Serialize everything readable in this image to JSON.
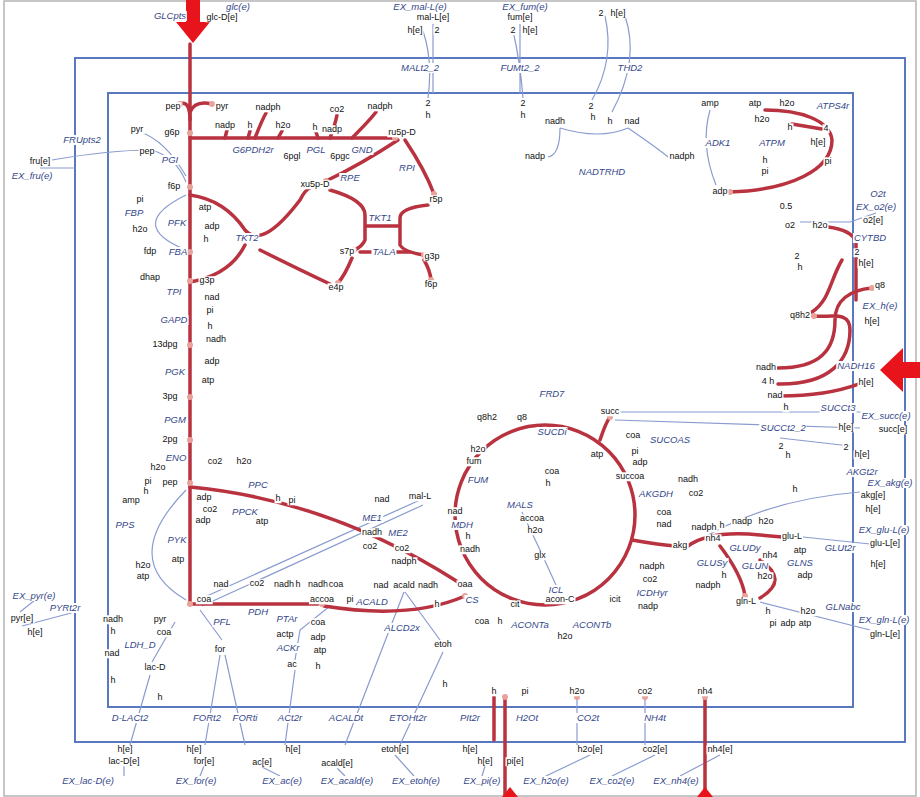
{
  "diagram": {
    "labels": [
      "glc(e)",
      "GLCpts",
      "glc-D[e]",
      "EX_mal-L(e)",
      "EX_fum(e)",
      "mal-L[e]",
      "fum[e]",
      "h[e]",
      "2",
      "2",
      "h[e]",
      "2",
      "h[e]",
      "MALt2_2",
      "FUMt2_2",
      "THD2",
      "2",
      "h",
      "2",
      "h",
      "nadh",
      "2",
      "h",
      "h",
      "nad",
      "nadp",
      "nadph",
      "NADTRHD",
      "amp",
      "atp",
      "h2o",
      "ATPS4r",
      "h2o",
      "h",
      "4",
      "h[e]",
      "ADK1",
      "ATPM",
      "h",
      "pi",
      "pi",
      "adp",
      "0.5",
      "O2t",
      "EX_o2(e)",
      "o2",
      "h2o",
      "o2[e]",
      "CYTBD",
      "2",
      "h",
      "2",
      "h[e]",
      "q8",
      "q8h2",
      "EX_h(e)",
      "h[e]",
      "nadh",
      "NADH16",
      "4 h",
      "nad",
      "h[e]",
      "h",
      "SUCCt3",
      "EX_succ(e)",
      "succ[e]",
      "SUCCt2_2",
      "h[e]",
      "2",
      "h",
      "2",
      "h[e]",
      "AKGt2r",
      "EX_akg(e)",
      "akg[e]",
      "h",
      "h[e]",
      "EX_glu-L(e)",
      "glu-L[e]",
      "GLUt2r",
      "h[e]",
      "GLNabc",
      "EX_gln-L(e)",
      "gln-L[e]",
      "nadph",
      "h",
      "nadp",
      "h2o",
      "glu-L",
      "nh4",
      "GLUDy",
      "nh4",
      "atp",
      "GLUSy",
      "h2o",
      "GLUN",
      "GLNS",
      "adp",
      "nadph",
      "h",
      "gln-L",
      "h",
      "pi",
      "adp",
      "atp",
      "h2o",
      "FRD7",
      "q8h2",
      "q8",
      "succ",
      "h2o",
      "SUCDi",
      "fum",
      "coa",
      "SUCOAS",
      "FUM",
      "coa",
      "h",
      "atp",
      "pi",
      "adp",
      "succoa",
      "nadh",
      "co2",
      "AKGDH",
      "MALS",
      "accoa",
      "h2o",
      "mal-L",
      "nad",
      "MDH",
      "h",
      "nadh",
      "coa",
      "nad",
      "nadph",
      "co2",
      "akg",
      "glx",
      "ICL",
      "ICDHyr",
      "oaa",
      "CS",
      "cit",
      "acon-C",
      "icit",
      "nadp",
      "coa",
      "h",
      "ACONTa",
      "ACONTb",
      "h2o",
      "nad",
      "ME1",
      "nadh",
      "ME2",
      "co2",
      "co2",
      "nadph",
      "pep",
      "pyr",
      "nadp",
      "nadph",
      "h",
      "h2o",
      "h",
      "nadp",
      "co2",
      "nadph",
      "g6p",
      "ru5p-D",
      "G6PDH2r",
      "6pgl",
      "PGL",
      "6pgc",
      "GND",
      "pyr",
      "FRUpts2",
      "pep",
      "PGI",
      "fru[e]",
      "EX_fru(e)",
      "f6p",
      "RPE",
      "RPI",
      "xu5p-D",
      "r5p",
      "TKT1",
      "pi",
      "atp",
      "FBP",
      "PFK",
      "adp",
      "h",
      "TKT2",
      "h2o",
      "fdp",
      "FBA",
      "s7p",
      "TALA",
      "g3p",
      "dhap",
      "g3p",
      "e4p",
      "f6p",
      "TPI",
      "nad",
      "pi",
      "GAPD",
      "h",
      "nadh",
      "13dpg",
      "adp",
      "PGK",
      "atp",
      "3pg",
      "PGM",
      "2pg",
      "ENO",
      "h2o",
      "co2",
      "h2o",
      "pi",
      "pep",
      "PPC",
      "h",
      "amp",
      "h",
      "pi",
      "adp",
      "co2",
      "PPCK",
      "adp",
      "atp",
      "PPS",
      "PYK",
      "atp",
      "h2o",
      "atp",
      "EX_pyr(e)",
      "PYRt2r",
      "pyr[e]",
      "h[e]",
      "nadh",
      "pyr",
      "h",
      "coa",
      "LDH_D",
      "nad",
      "lac-D",
      "h",
      "nad",
      "co2",
      "nadh",
      "h",
      "nadh",
      "coa",
      "nad",
      "acald",
      "nadh",
      "coa",
      "PDH",
      "accoa",
      "pi",
      "ACALD",
      "PFL",
      "for",
      "PTAr",
      "coa",
      "actp",
      "adp",
      "ACKr",
      "atp",
      "ac",
      "h",
      "h",
      "ALCD2x",
      "etoh",
      "h",
      "h",
      "h",
      "pi",
      "h2o",
      "co2",
      "nh4",
      "D-LACt2",
      "FORt2",
      "FORti",
      "ACt2r",
      "ACALDt",
      "ETOHt2r",
      "PIt2r",
      "H2Ot",
      "CO2t",
      "NH4t",
      "h[e]",
      "h[e]",
      "h[e]",
      "etoh[e]",
      "h[e]",
      "h2o[e]",
      "co2[e]",
      "nh4[e]",
      "lac-D[e]",
      "for[e]",
      "ac[e]",
      "acald[e]",
      "h[e]",
      "pi[e]",
      "EX_lac-D(e)",
      "EX_for(e)",
      "EX_ac(e)",
      "EX_acald(e)",
      "EX_etoh(e)",
      "EX_pi(e)",
      "EX_h2o(e)",
      "EX_co2(e)",
      "EX_nh4(e)"
    ]
  }
}
